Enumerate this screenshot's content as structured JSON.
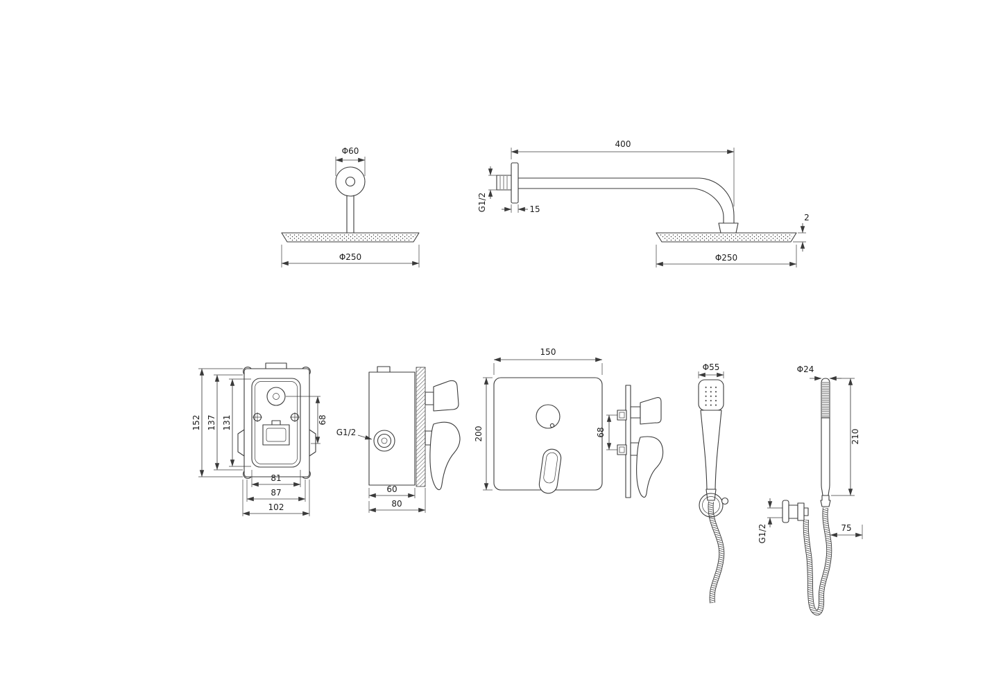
{
  "drawing": {
    "background_color": "#ffffff",
    "line_color": "#3a3a3a"
  },
  "figures": {
    "rain_head_front": {
      "flange_diameter": "Φ60",
      "head_diameter": "Φ250"
    },
    "shower_arm_side": {
      "arm_length": "400",
      "wall_thread": "G1/2",
      "flange_depth": "15",
      "head_thickness": "2",
      "head_diameter": "Φ250"
    },
    "valve_body_front": {
      "height_outer": "152",
      "height_flange": "137",
      "height_box": "131",
      "port_spacing": "68",
      "width_box": "81",
      "width_flange": "87",
      "width_outer": "102"
    },
    "valve_body_side": {
      "inlet_thread": "G1/2",
      "depth_box": "60",
      "depth_outer": "80"
    },
    "trim_plate_front": {
      "width": "150",
      "height": "200"
    },
    "trim_plate_side": {
      "handle_spacing": "68"
    },
    "hand_shower_front": {
      "head_diameter": "Φ55"
    },
    "hand_shower_side": {
      "handle_diameter": "Φ24",
      "length": "210",
      "outlet_thread": "G1/2",
      "outlet_offset": "75"
    }
  }
}
